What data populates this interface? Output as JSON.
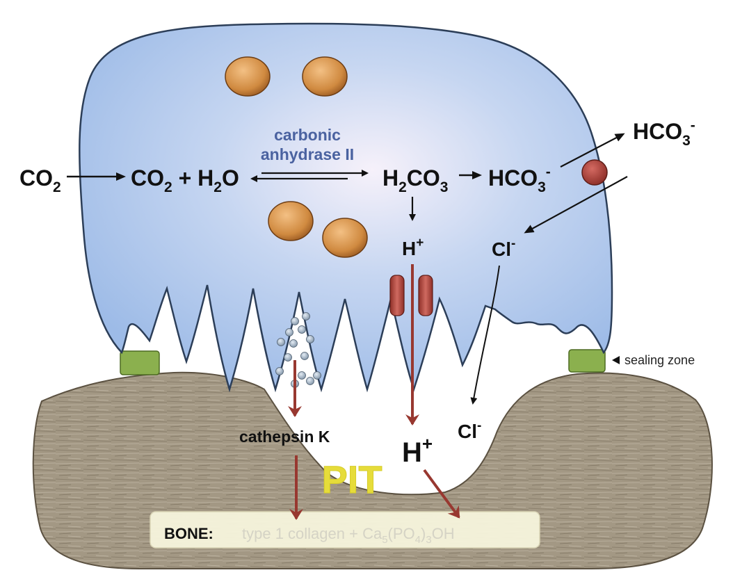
{
  "labels": {
    "co2_outside": "CO",
    "co2_outside_sub": "2",
    "co2_inside": "CO",
    "co2_inside_sub": "2",
    "plus_h2o_prefix": " + H",
    "h2o_sub": "2",
    "h2o_suffix": "O",
    "enzyme_line1": "carbonic",
    "enzyme_line2": "anhydrase II",
    "h2co3_h": "H",
    "h2co3_sub1": "2",
    "h2co3_co": "CO",
    "h2co3_sub2": "3",
    "hco3_inside": "HCO",
    "hco3_inside_sub": "3",
    "hco3_inside_sup": "-",
    "hco3_out": "HCO",
    "hco3_out_sub": "3",
    "hco3_out_sup": "-",
    "hplus_inside": "H",
    "hplus_inside_sup": "+",
    "cl_inside": "Cl",
    "cl_inside_sup": "-",
    "cl_pit": "Cl",
    "cl_pit_sup": "-",
    "hplus_pit": "H",
    "hplus_pit_sup": "+",
    "cathepsin": "cathepsin K",
    "pit": "PIT",
    "sealing_zone": "sealing zone",
    "bone_label": "BONE:",
    "bone_formula_a": "type 1 collagen +  Ca",
    "bone_formula_sub1": "5",
    "bone_formula_b": "(PO",
    "bone_formula_sub2": "4",
    "bone_formula_c": ")",
    "bone_formula_sub3": "3",
    "bone_formula_d": "OH"
  },
  "colors": {
    "cell": "#a9c6ec",
    "cell_edge": "#2c3e58",
    "bone": "#a09583",
    "seal": "#8bb04e",
    "vesicle": "#d69752",
    "transporter": "#b5433c",
    "arrow_red": "#983830",
    "enzyme_text": "#4a62a0",
    "pit_text": "#e6dc3a",
    "bone_box": "#f7f5dd",
    "bone_formula": "#d8d6c8"
  }
}
